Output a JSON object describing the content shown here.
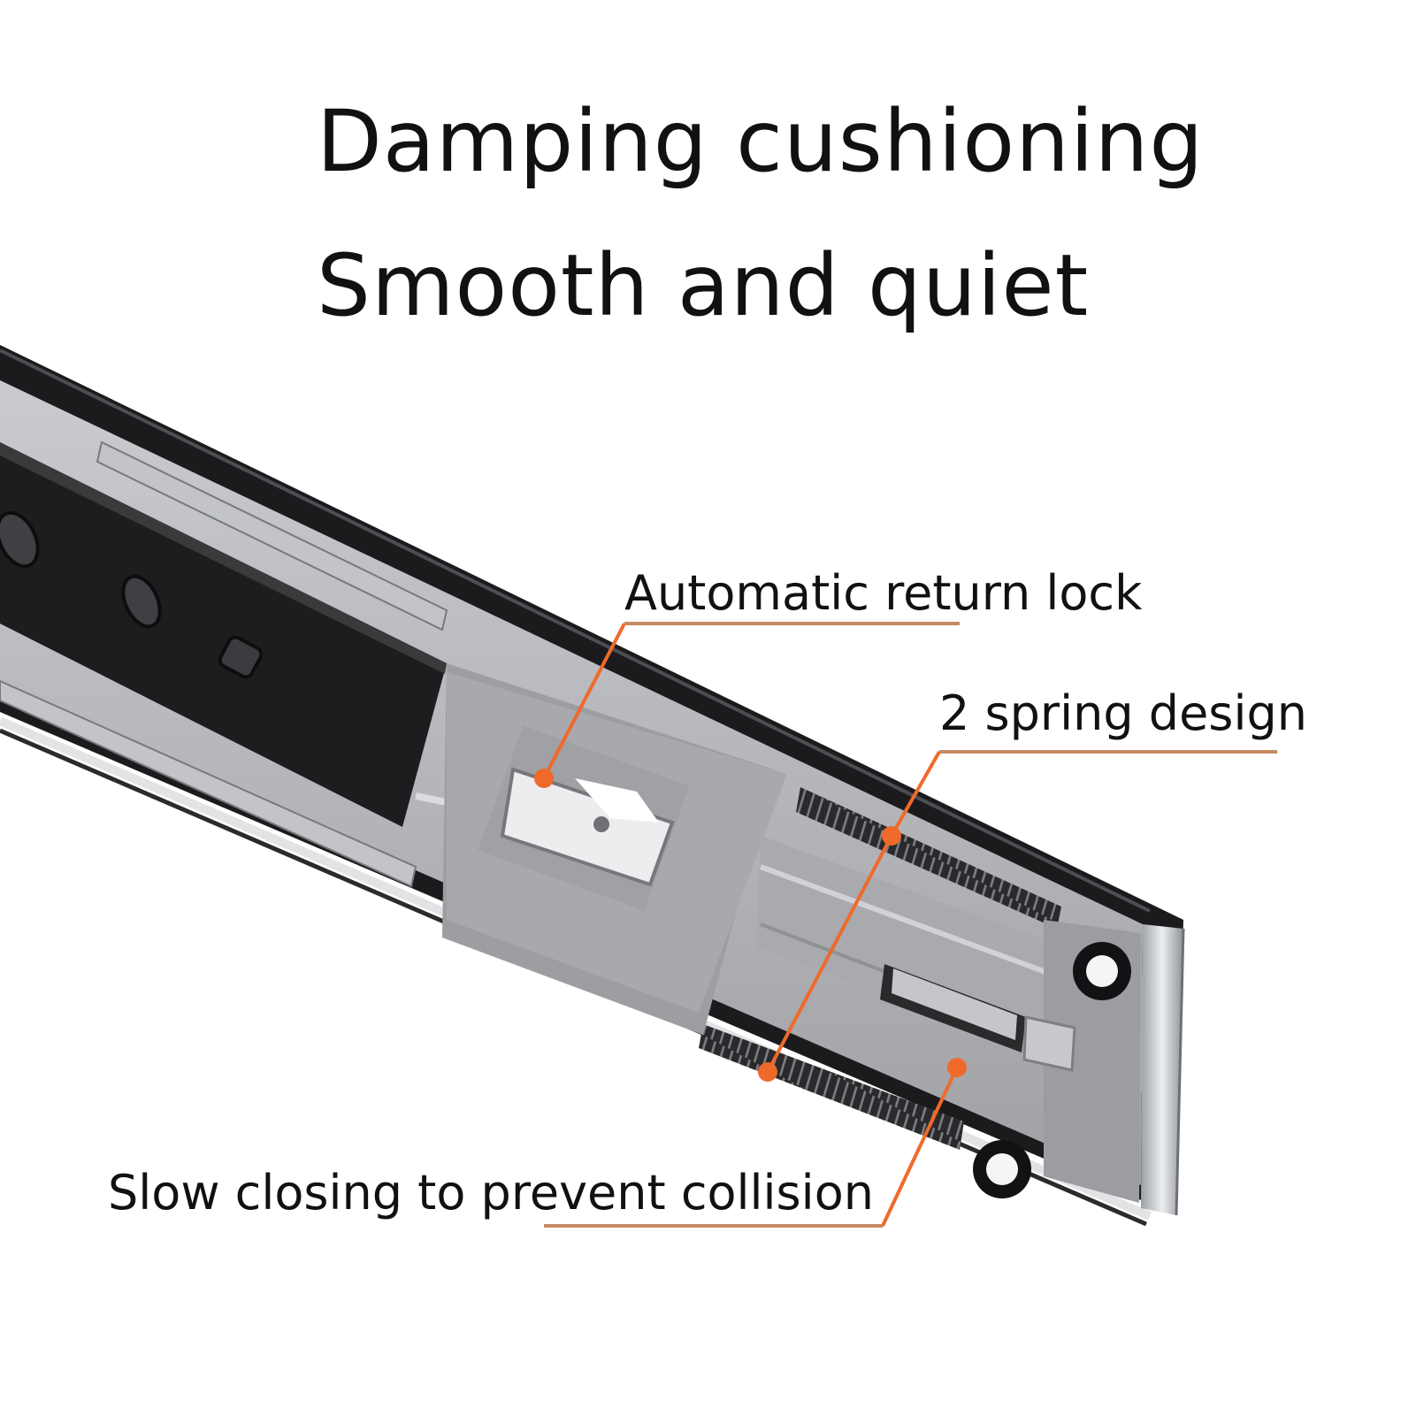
{
  "headline": {
    "line1": "Damping cushioning",
    "line2": "Smooth and quiet"
  },
  "callouts": {
    "return_lock": "Automatic return lock",
    "spring_design": "2 spring design",
    "slow_close": "Slow closing to prevent collision"
  },
  "colors": {
    "background": "#ffffff",
    "text": "#111111",
    "accent": "#ef6a2a",
    "rail_black": "#1b1b1d",
    "rail_gray": "#b7b9bc",
    "bracket_gray": "#a9abae",
    "steel": "#d4d6d9"
  }
}
